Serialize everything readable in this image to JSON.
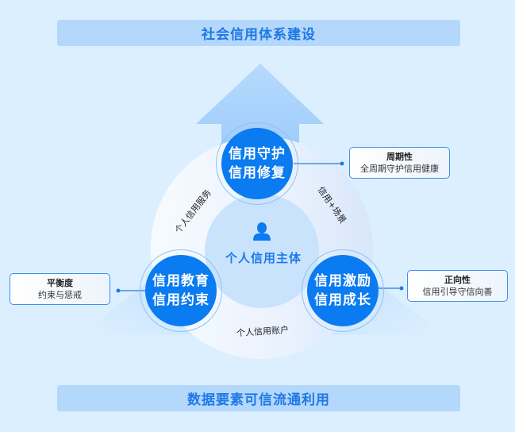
{
  "top_bar": {
    "label": "社会信用体系建设"
  },
  "bottom_bar": {
    "label": "数据要素可信流通利用"
  },
  "center": {
    "icon": "user-icon",
    "label": "个人信用主体"
  },
  "nodes": [
    {
      "id": "top",
      "line1": "信用守护",
      "line2": "信用修复"
    },
    {
      "id": "left",
      "line1": "信用教育",
      "line2": "信用约束"
    },
    {
      "id": "right",
      "line1": "信用激励",
      "line2": "信用成长"
    }
  ],
  "arc_labels": {
    "left": "个人信用服务",
    "right": "信用+场景",
    "bottom": "个人信用账户"
  },
  "callouts": [
    {
      "id": "top-right",
      "title": "周期性",
      "desc": "全周期守护信用健康"
    },
    {
      "id": "left",
      "title": "平衡度",
      "desc": "约束与惩戒"
    },
    {
      "id": "right",
      "title": "正向性",
      "desc": "信用引导守信向善"
    }
  ],
  "colors": {
    "background": "#dcefff",
    "bar_fill": "#b3d8fc",
    "bar_text": "#1f78e6",
    "node_fill": "#0a7bf0",
    "accent": "#3d8ff0"
  }
}
